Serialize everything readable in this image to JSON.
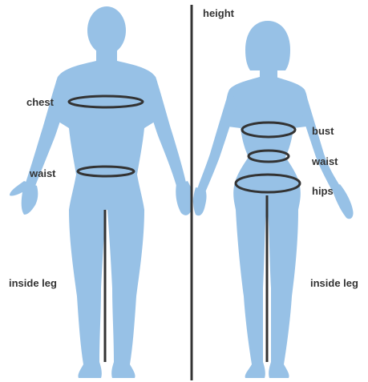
{
  "labels": {
    "height": "height",
    "male": {
      "chest": "chest",
      "waist": "waist",
      "inside_leg": "inside leg"
    },
    "female": {
      "bust": "bust",
      "waist": "waist",
      "hips": "hips",
      "inside_leg": "inside leg"
    }
  },
  "colors": {
    "body": "#97c1e6",
    "measure_line": "#333333",
    "divider": "#333333",
    "text": "#333333"
  }
}
